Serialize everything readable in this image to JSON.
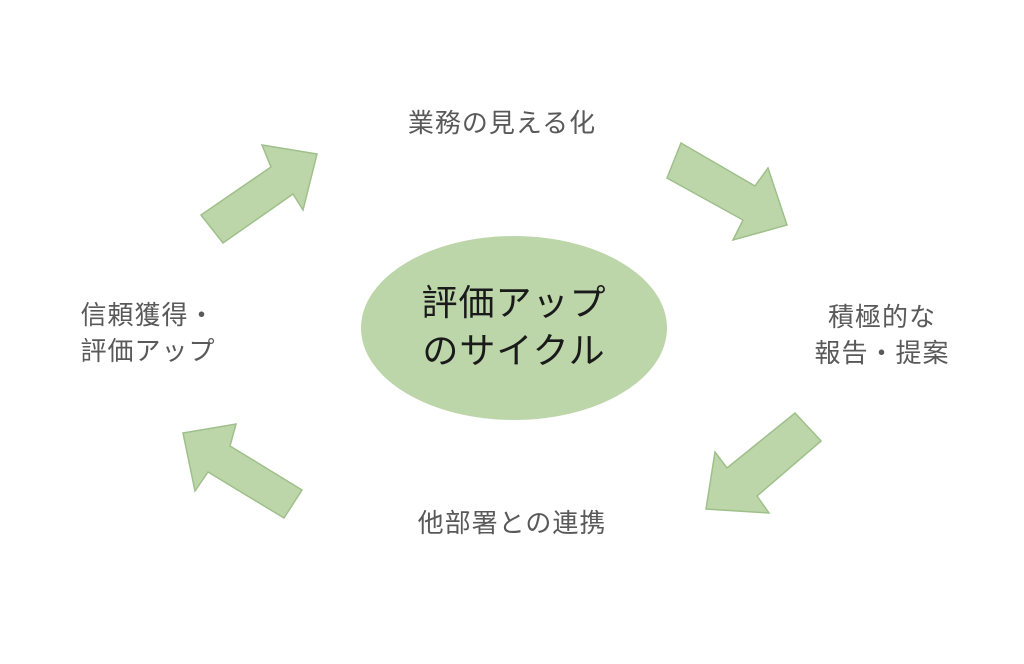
{
  "center": {
    "line1": "評価アップ",
    "line2": "のサイクル"
  },
  "steps": {
    "top": "業務の見える化",
    "right": {
      "line1": "積極的な",
      "line2": "報告・提案"
    },
    "bottom": "他部署との連携",
    "left": {
      "line1": "信頼獲得・",
      "line2": "評価アップ"
    }
  },
  "colors": {
    "arrow_fill": "#bcd6aa",
    "arrow_stroke": "#9fc08a",
    "center_fill": "#bcd6aa",
    "label_text": "#595959",
    "center_text": "#1a1a1a"
  },
  "icons": {
    "arrow": "block-arrow"
  }
}
